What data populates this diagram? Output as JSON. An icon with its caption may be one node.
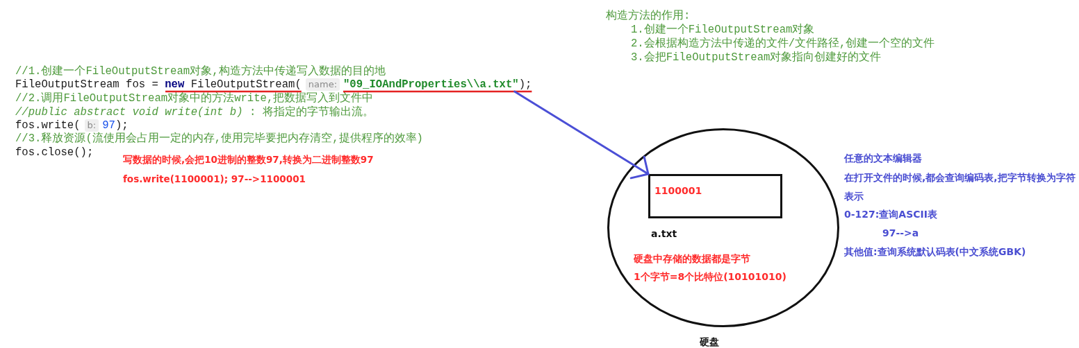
{
  "diagram": {
    "nodes": [
      {
        "text": [
          "\"09_IOAndProperties\\\\a.txt\""
        ]
      },
      {
        "text": [
          "硬盘中存储的数据都是字节",
          "1个字节=8个比特位(10101010)"
        ],
        "beside": [
          "硬盘"
        ]
      },
      {
        "text": [
          "1100001"
        ],
        "beside": [
          "a.txt"
        ],
        "in": 1
      }
    ],
    "edges": [
      {
        "from": 0,
        "to": 2,
        "arrow": "to",
        "color": "#4b4fd6"
      }
    ],
    "labels": [
      "构造方法的作用:",
      "1.创建一个FileOutputStream对象",
      "2.会根据构造方法中传递的文件/文件路径,创建一个空的文件",
      "3.会把FileOutputStream对象指向创建好的文件",
      "//1.创建一个FileOutputStream对象,构造方法中传递写入数据的目的地",
      "FileOutputStream fos = **new** FileOutputStream(",
      "name:",
      ");",
      "//2.调用FileOutputStream对象中的方法write,把数据写入到文件中",
      "*//public abstract void write(int b)* : 将指定的字节输出流。",
      "fos.write(",
      "b:",
      "97",
      ");",
      "//3.释放资源(流使用会占用一定的内存,使用完毕要把内存清空,提供程序的效率)",
      "fos.close();",
      "写数据的时候,会把10进制的整数97,转换为二进制整数97",
      "fos.write(1100001); 97-->1100001",
      "任意的文本编辑器",
      "在打开文件的时候,都会查询编码表,把字节转换为字符表示",
      "0-127:查询ASCII表",
      "97-->a",
      "其他值:查询系统默认码表(中文系统GBK)"
    ]
  }
}
